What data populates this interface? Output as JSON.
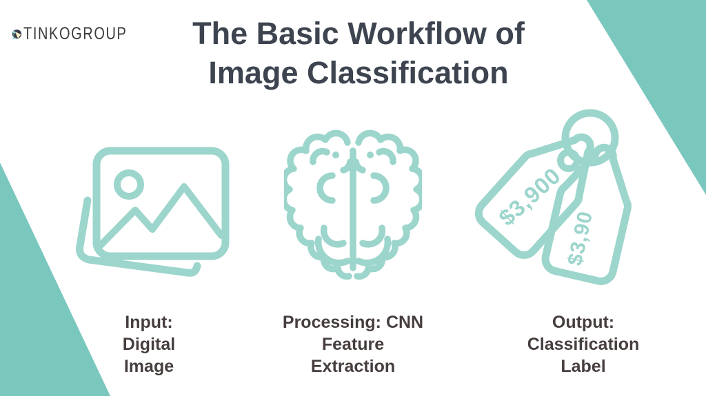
{
  "brand": {
    "name": "TINKOGROUP",
    "logo_icon": "desk-lamp-logo"
  },
  "title": {
    "line1": "The Basic Workflow of",
    "line2": "Image Classification"
  },
  "steps": [
    {
      "id": "input",
      "icon": "digital-image-icon",
      "lines": [
        "Input:",
        "Digital",
        "Image"
      ]
    },
    {
      "id": "processing",
      "icon": "brain-icon",
      "lines": [
        "Processing: CNN",
        "Feature",
        "Extraction"
      ]
    },
    {
      "id": "output",
      "icon": "price-tags-icon",
      "lines": [
        "Output:",
        "Classification",
        "Label"
      ]
    }
  ],
  "tags": {
    "front_text": "$3,900",
    "back_text": "$3,90"
  },
  "colors": {
    "accent_teal": "#7AC7BE",
    "icon_teal": "#9CD5CC",
    "title_text": "#3D4450",
    "label_text": "#473E3E",
    "logo_dark": "#353B48",
    "logo_cream": "#F8EFC6"
  }
}
